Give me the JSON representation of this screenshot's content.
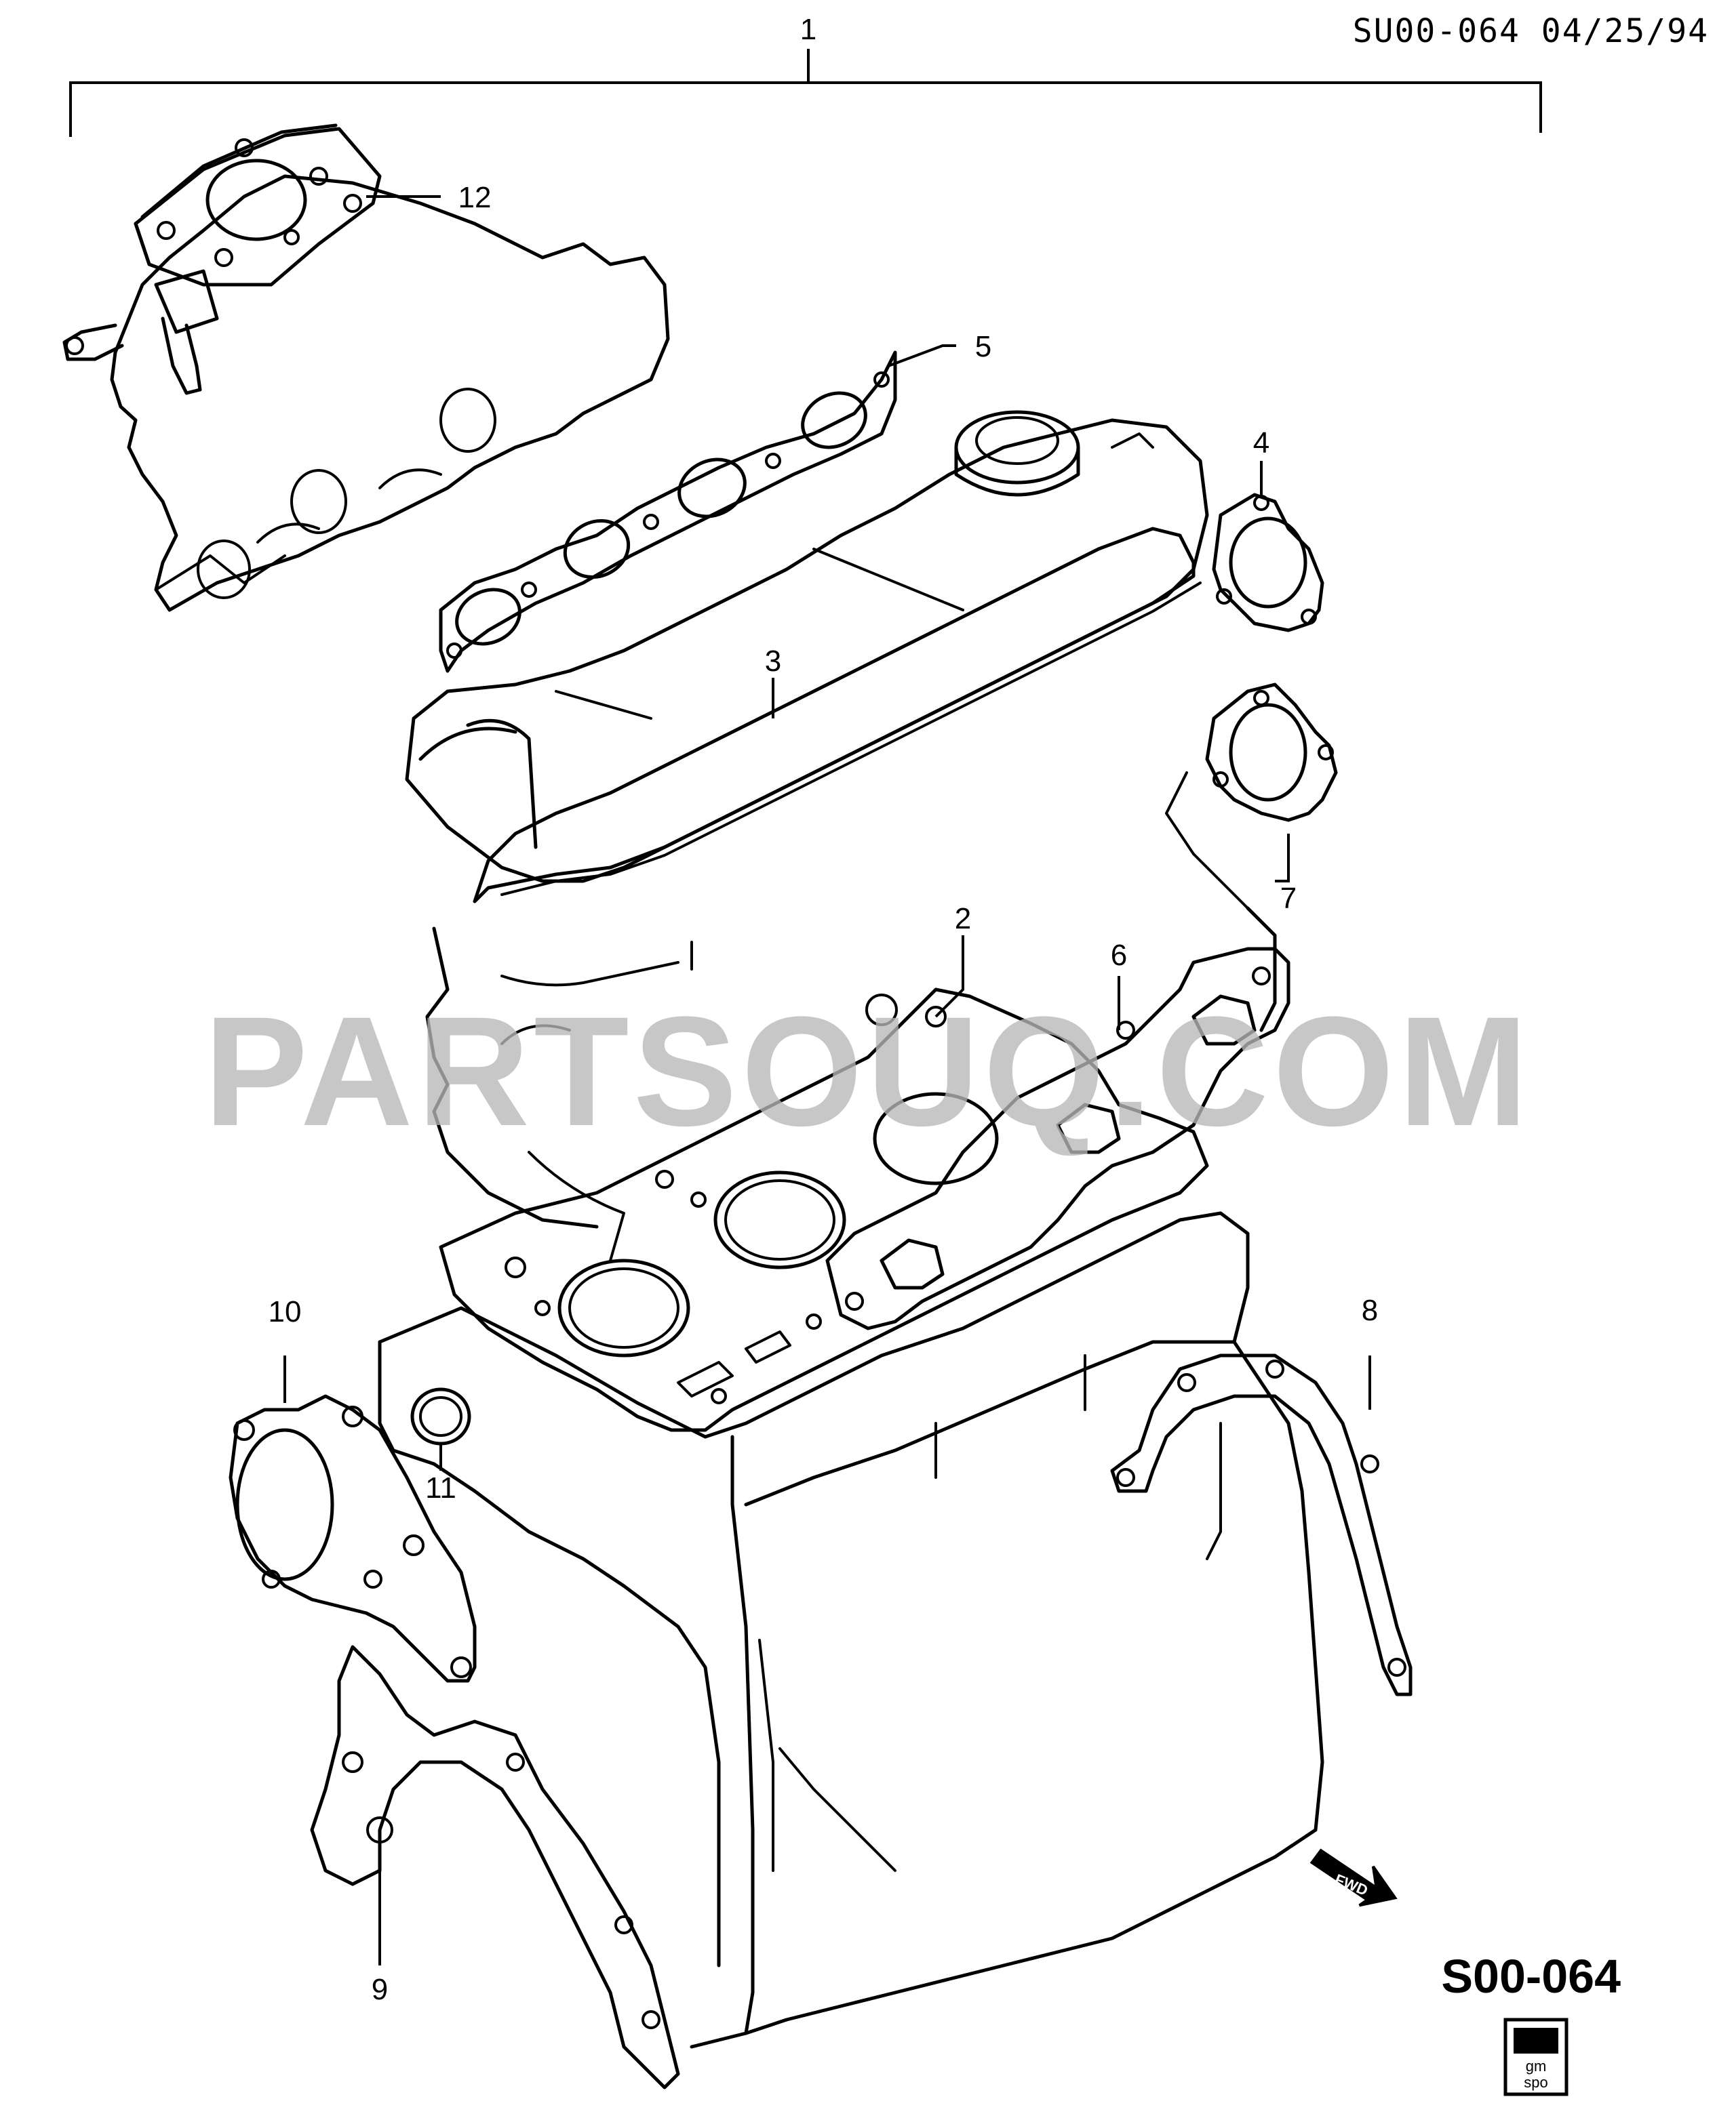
{
  "header": {
    "ref": "SU00-064 04/25/94"
  },
  "watermark": "PARTSOUQ.COM",
  "diagram_code": "S00-064",
  "fwd_badge": "FWD",
  "gm_badge": {
    "line1": "gm",
    "line2": "spo"
  },
  "callouts": {
    "c1": "1",
    "c2": "2",
    "c3": "3",
    "c4": "4",
    "c5": "5",
    "c6": "6",
    "c7": "7",
    "c8": "8",
    "c9": "9",
    "c10": "10",
    "c11": "11",
    "c12": "12"
  }
}
